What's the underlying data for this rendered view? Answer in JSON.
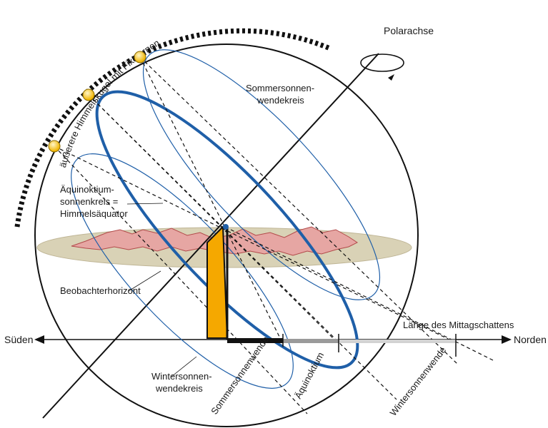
{
  "diagram": {
    "outer_sphere": "äußerere Himmelskugel mit Fixsternen",
    "polar_axis": "Polarachse",
    "summer_circle": [
      "Sommersonnen-",
      "wendekreis"
    ],
    "equinox_circle": [
      "Äquinoktium-",
      "sonnenkreis =",
      "Himmelsäquator"
    ],
    "horizon": "Beobachterhorizont",
    "winter_circle": [
      "Wintersonnen-",
      "wendekreis"
    ],
    "south": "Süden",
    "north": "Norden",
    "shadow_length": "Länge des Mittagschattens",
    "tick_summer": "Sommersonnenwende",
    "tick_equinox": "Äquinoktium",
    "tick_winter": "Wintersonnenwende"
  },
  "colors": {
    "orbit": "#1f5fa8",
    "gnomon": "#f5a800",
    "horizon_fill": "#d9d2b6",
    "mountains": "#e8a0a0",
    "sun": "#f7c948",
    "shadow_gray": "#b8b8b8"
  }
}
